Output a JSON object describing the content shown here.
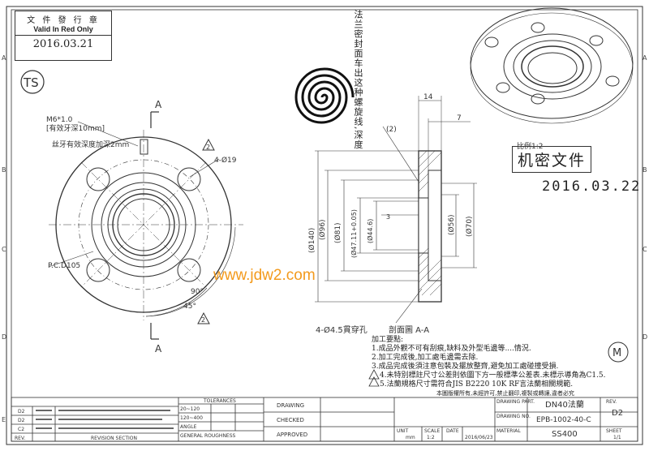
{
  "stamp": {
    "line1": "文 件 發 行 章",
    "line2": "Valid In Red Only",
    "date": "2016.03.21"
  },
  "ts_mark": "TS",
  "conf_stamp": "机密文件",
  "conf_date": "2016.03.22",
  "scale_note": "比例1:2",
  "vertical_note": "法兰密封面车出这种螺旋线,深度",
  "watermark": "www.jdw2.com",
  "front": {
    "thread_spec": "M6*1.0",
    "thread_eff": "[有效牙深10mm]",
    "thread_note": "丝牙有效深度加深2mm",
    "holes": "4-Ø19",
    "pcd": "P.C.D105",
    "angle1": "90°",
    "angle2": "45°",
    "section_a_top": "A",
    "section_a_bottom": "A",
    "tag2": "2"
  },
  "section": {
    "d140": "(Ø140)",
    "d96": "(Ø96)",
    "d81": "(Ø81)",
    "d47": "(Ø47.11+0.05)",
    "d44": "(Ø44.6)",
    "d56": "(Ø56)",
    "d70": "(Ø70)",
    "w14": "14",
    "w7": "7",
    "w3": "3",
    "tag2": "(2)",
    "holes_through": "4-Ø4.5貫穿孔",
    "title": "剖面圖 A-A"
  },
  "notes": {
    "heading": "加工要點:",
    "items": [
      "1.成品外觀不可有刮痕,缺料及外型毛邊等....情況.",
      "2.加工完成後,加工處毛邊需去除.",
      "3.成品完成後須注意包裝及擺放整齊,避免加工處碰撞受損.",
      "4.未特別標註尺寸公差則依圖下方一般標準公差表.未標示導角為C1.5.",
      "5.法蘭規格尺寸需符合JIS B2220 10K RF言法蘭相關規範."
    ],
    "footer": "本圖版權所有,未經許可,禁止翻印,複製或轉讓,違者必究"
  },
  "m_mark": "M",
  "titleblock": {
    "tolerances": "TOLERANCES",
    "tol_rows": [
      "20~120",
      "120~400",
      "ANGLE",
      "GENERAL ROUGHNESS"
    ],
    "drawing": "DRAWING",
    "checked": "CHECKED",
    "approved": "APPROVED",
    "unit_label": "UNIT",
    "unit_val": "mm",
    "scale_label": "SCALE",
    "scale_val": "1:2",
    "date_label": "DATE",
    "date_val": "2016/06/23",
    "part_label": "DRAWING PART.",
    "part_val": "DN40法蘭",
    "no_label": "DRAWING NO.",
    "no_val": "EPB-1002-40-C",
    "mat_label": "MATERIAL",
    "mat_val": "SS400",
    "rev_label": "REV.",
    "rev_val": "D2",
    "sheet_label": "SHEET",
    "sheet_val": "1/1",
    "rev_col": "REV.",
    "rev_section": "REVISION SECTION",
    "rev_rows": [
      "D2",
      "D2",
      "C2"
    ]
  },
  "border": {
    "rows": [
      "A",
      "B",
      "C",
      "D",
      "E"
    ]
  }
}
